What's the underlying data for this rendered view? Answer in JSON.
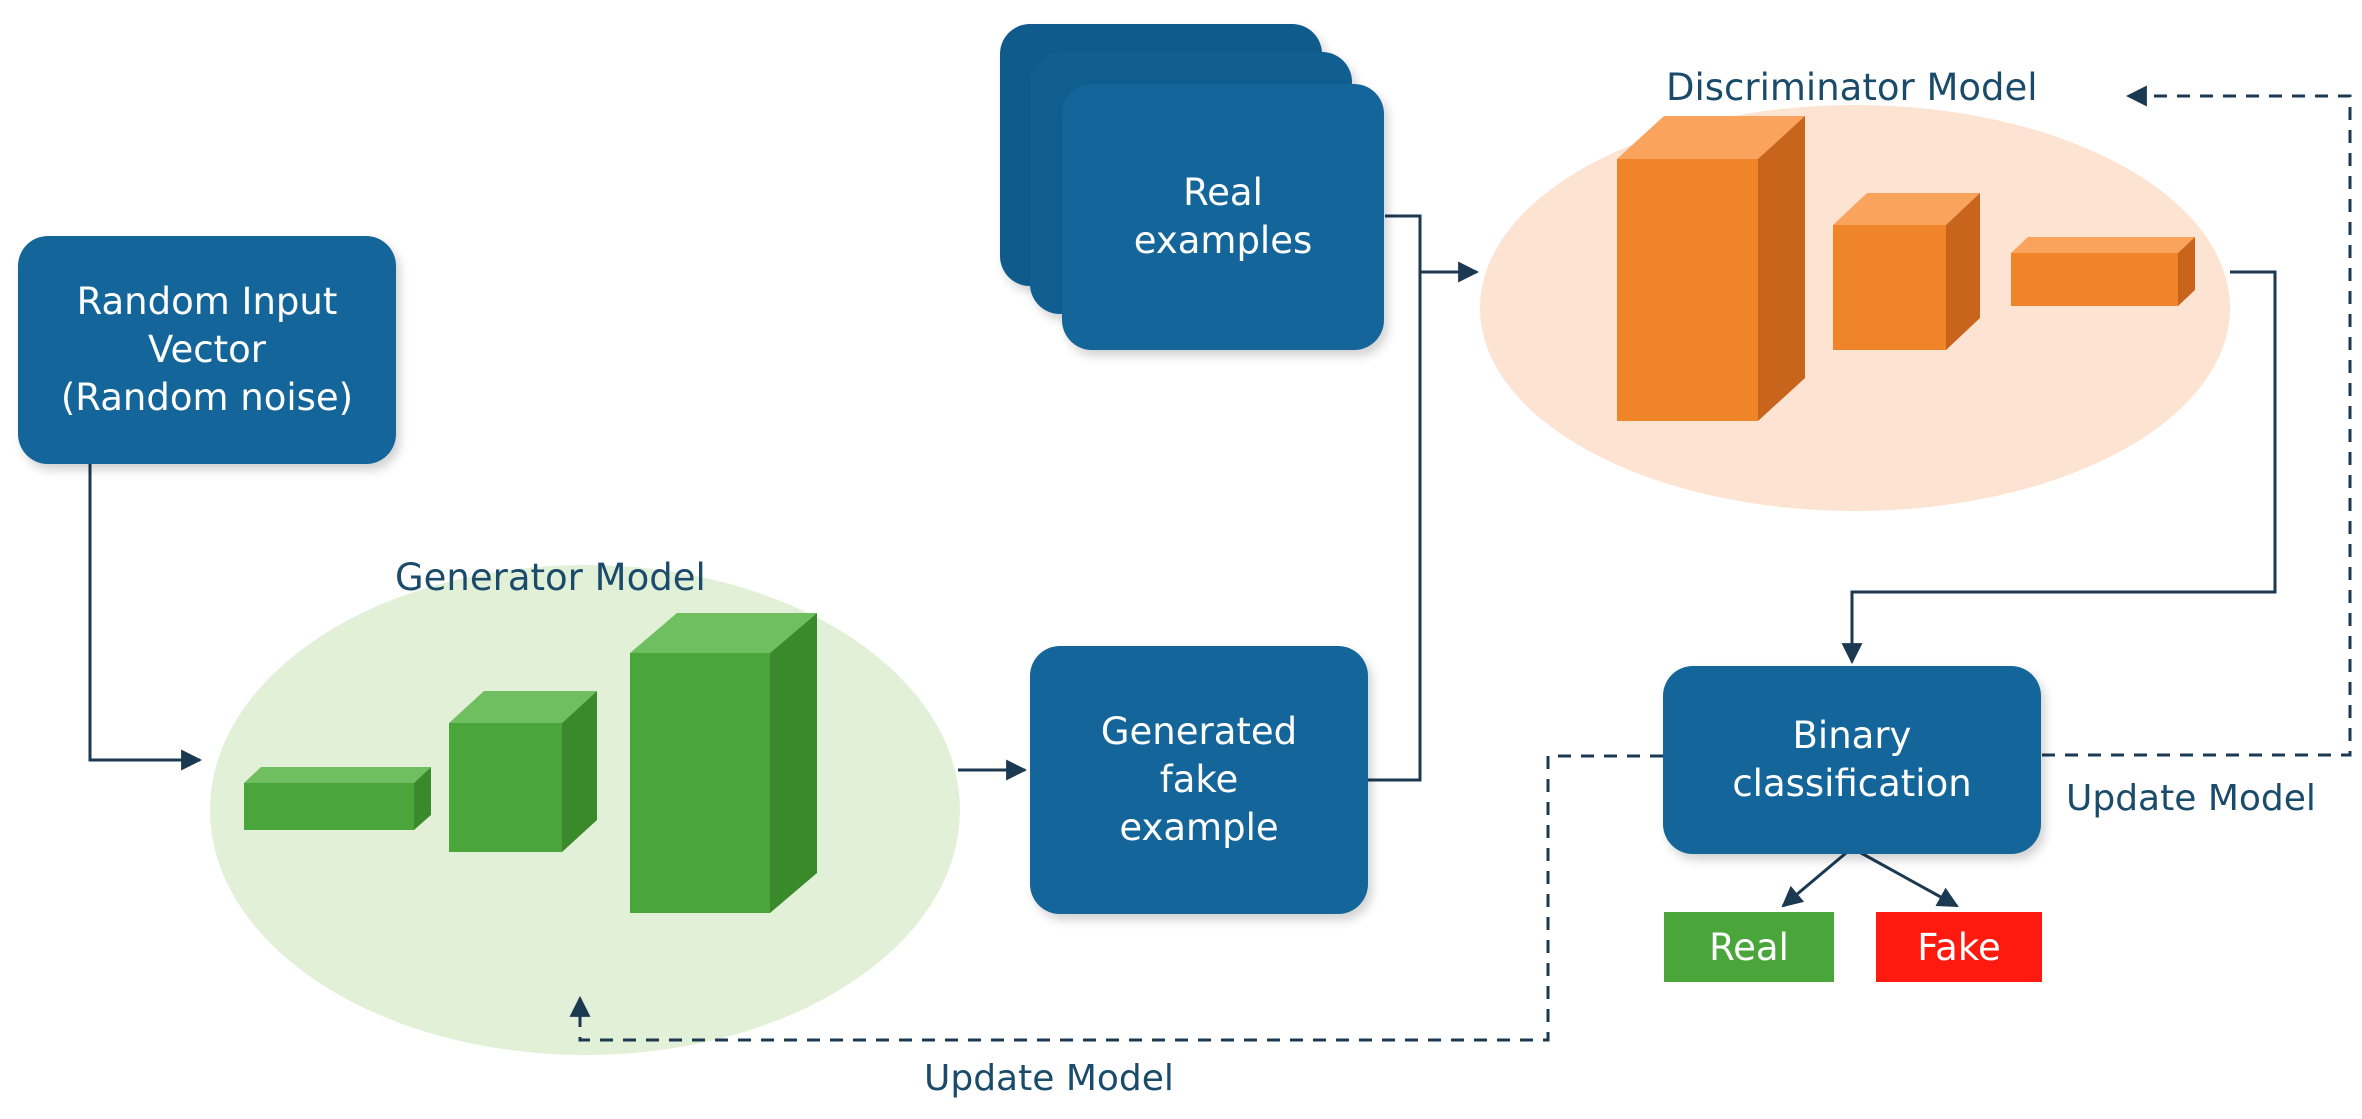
{
  "nodes": {
    "random_input": {
      "lines": [
        "Random Input",
        "Vector",
        "(Random noise)"
      ]
    },
    "real_examples": {
      "lines": [
        "Real",
        "examples"
      ]
    },
    "generated_fake": {
      "lines": [
        "Generated",
        "fake",
        "example"
      ]
    },
    "binary_classification": {
      "lines": [
        "Binary",
        "classification"
      ]
    }
  },
  "generator": {
    "label": "Generator Model",
    "color": "#4aa63a",
    "background": "#e3f0d8"
  },
  "discriminator": {
    "label": "Discriminator Model",
    "color": "#f08428",
    "background": "#fde3d2"
  },
  "outputs": {
    "real": {
      "label": "Real",
      "color": "#4aa63a"
    },
    "fake": {
      "label": "Fake",
      "color": "#ff1a0f"
    }
  },
  "edges": {
    "update_discriminator": "Update Model",
    "update_generator": "Update Model"
  },
  "colors": {
    "box": "#13659a",
    "connector": "#1b3a52"
  }
}
